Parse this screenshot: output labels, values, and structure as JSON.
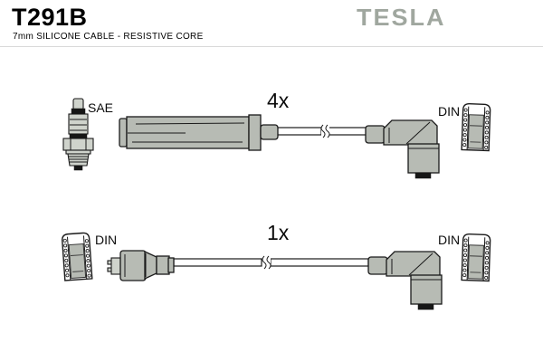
{
  "header": {
    "part_number": "T291B",
    "subtitle": "7mm SILICONE CABLE - RESISTIVE CORE",
    "brand_logo": "TESLA"
  },
  "diagram": {
    "top_row": {
      "left_connector_label": "SAE",
      "quantity": "4x",
      "right_connector_label": "DIN"
    },
    "bottom_row": {
      "left_connector_label": "DIN",
      "quantity": "1x",
      "right_connector_label": "DIN"
    }
  },
  "colors": {
    "boot_gray": "#b7bbb4",
    "metal_gray": "#cfd3cc",
    "logo_gray": "#a0a79f",
    "outline": "#1a1a1a",
    "divider": "#d9d9d9"
  }
}
